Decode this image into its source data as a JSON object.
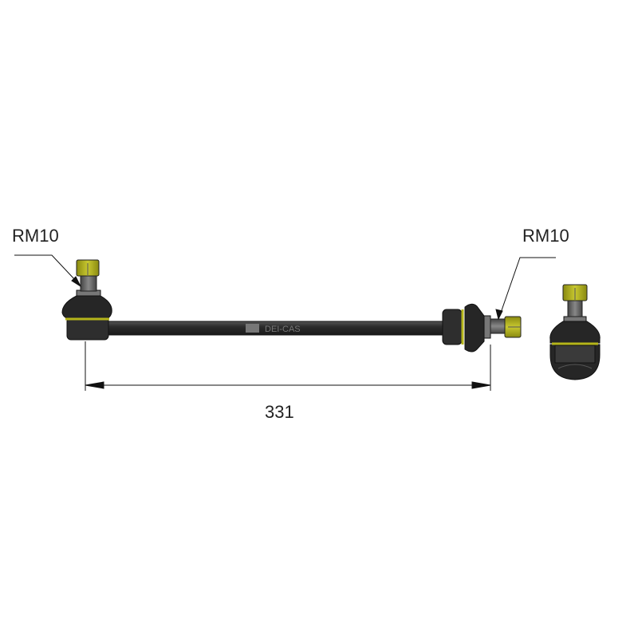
{
  "labels": {
    "left_thread": "RM10",
    "right_thread": "RM10",
    "length_dimension": "331"
  },
  "logo_text": "DEI-CAS",
  "colors": {
    "rubber": "#2a2a2a",
    "nut": "#b5b51a",
    "rod": "#303030",
    "line": "#111111"
  }
}
